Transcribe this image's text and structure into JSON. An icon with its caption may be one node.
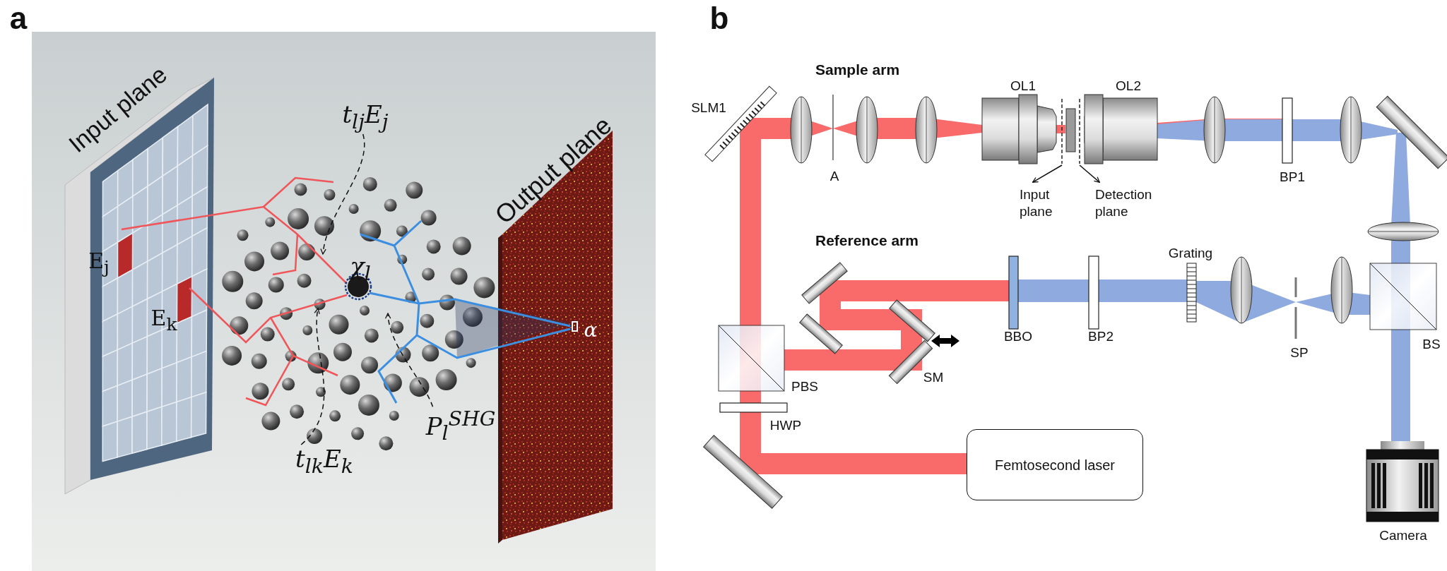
{
  "diagram": {
    "nodes": [
      {
        "text": [
          "t$_{lj}$E$_{j}$"
        ]
      },
      {
        "text": [
          "t$_{lk}$E$_{k}$"
        ]
      },
      {
        "text": [
          "P$_{l}$$^{SHG}$"
        ]
      },
      {
        "text": [
          "Input plane"
        ]
      },
      {
        "text": [
          "Detection plane"
        ]
      },
      {
        "text": [
          "Femtosecond laser"
        ]
      },
      {
        "text": [],
        "shape": "line"
      },
      {
        "text": [],
        "shape": "line"
      }
    ],
    "edges": [
      {
        "from": 0,
        "to": null,
        "arrow": "to",
        "style": "dashed"
      },
      {
        "from": 1,
        "to": null,
        "arrow": "to",
        "style": "dashed"
      },
      {
        "from": 2,
        "to": null,
        "arrow": "to",
        "style": "dashed"
      },
      {
        "from": 6,
        "to": 3,
        "arrow": "to"
      },
      {
        "from": 7,
        "to": 4,
        "arrow": "to"
      }
    ],
    "labels": [
      "a",
      "Input plane",
      "E$_{j}$",
      "E$_{k}$",
      "χ$_{l}$",
      "Output plane",
      "α",
      "b",
      "Sample arm",
      "SLM1",
      "OL1",
      "OL2",
      "A",
      "BP1",
      "Reference arm",
      "Grating",
      "BBO",
      "BP2",
      "SP",
      "BS",
      "PBS",
      "SM",
      "HWP",
      "Camera"
    ]
  }
}
